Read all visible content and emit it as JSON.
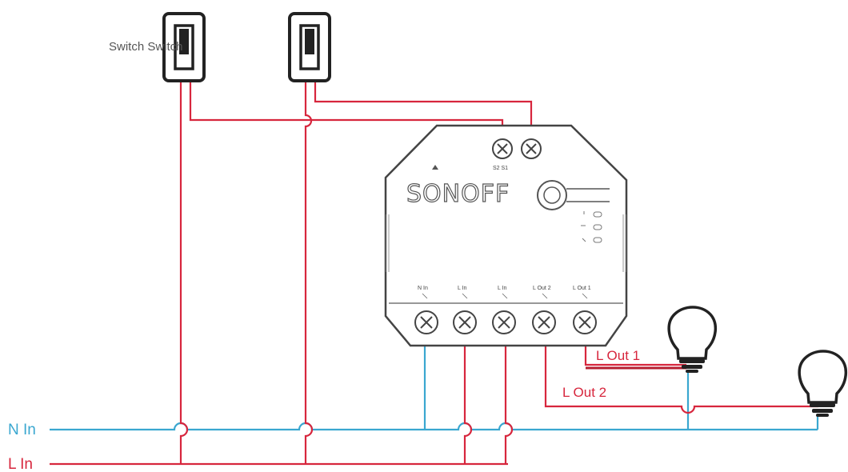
{
  "labels": {
    "switch_label": "Switch Switch",
    "n_in": "N In",
    "l_in": "L In",
    "l_out_1": "L Out 1",
    "l_out_2": "L Out 2"
  },
  "device": {
    "brand": "SONOFF",
    "top_terminals_label": "S2 S1",
    "bottom_terminals": [
      "N In",
      "L In",
      "L In",
      "L Out 2",
      "L Out 1"
    ]
  },
  "colors": {
    "live": "#d7263d",
    "neutral": "#3aa7d0",
    "device_outline": "#555555"
  }
}
